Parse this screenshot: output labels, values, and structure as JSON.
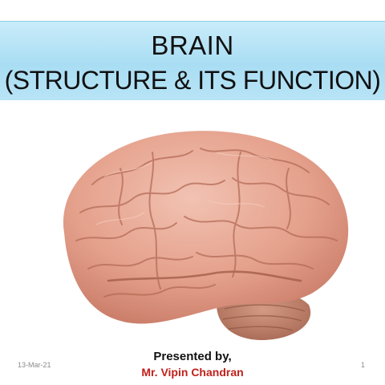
{
  "slide": {
    "title_line1": "BRAIN",
    "title_line2": "(STRUCTURE & ITS FUNCTION)",
    "presented_by": "Presented by,",
    "presenter": "Mr. Vipin Chandran",
    "date": "13-Mar-21",
    "page_number": "1"
  },
  "colors": {
    "title_band": "#a9ddf3",
    "presenter_text": "#c0201a",
    "brain_fill": "#e9a996"
  },
  "image": {
    "subject": "human-brain-model"
  }
}
